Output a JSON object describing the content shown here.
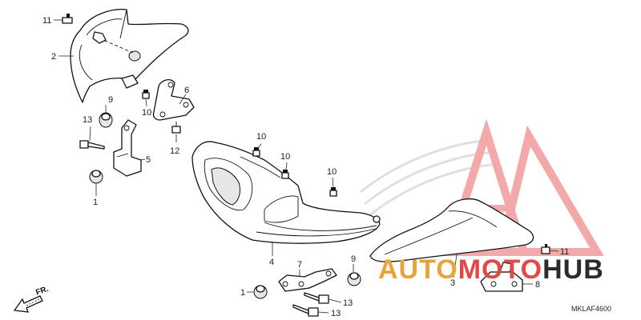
{
  "diagram": {
    "code": "MKLAF4600",
    "direction_label": "FR.",
    "callouts": [
      {
        "id": "c11a",
        "label": "11"
      },
      {
        "id": "c2",
        "label": "2"
      },
      {
        "id": "c6",
        "label": "6"
      },
      {
        "id": "c10a",
        "label": "10"
      },
      {
        "id": "c9a",
        "label": "9"
      },
      {
        "id": "c13a",
        "label": "13"
      },
      {
        "id": "c12",
        "label": "12"
      },
      {
        "id": "c5",
        "label": "5"
      },
      {
        "id": "c1a",
        "label": "1"
      },
      {
        "id": "c10b",
        "label": "10"
      },
      {
        "id": "c10c",
        "label": "10"
      },
      {
        "id": "c10d",
        "label": "10"
      },
      {
        "id": "c4",
        "label": "4"
      },
      {
        "id": "c7",
        "label": "7"
      },
      {
        "id": "c9b",
        "label": "9"
      },
      {
        "id": "c1b",
        "label": "1"
      },
      {
        "id": "c13b",
        "label": "13"
      },
      {
        "id": "c13c",
        "label": "13"
      },
      {
        "id": "c3",
        "label": "3"
      },
      {
        "id": "c11b",
        "label": "11"
      },
      {
        "id": "c8",
        "label": "8"
      }
    ]
  },
  "watermark": {
    "part1": "AUTO",
    "part2": "MOTO",
    "part3": "HUB",
    "color_gold": "#e8a33a",
    "color_red": "#e24848",
    "color_dark": "#2b2b2b"
  }
}
